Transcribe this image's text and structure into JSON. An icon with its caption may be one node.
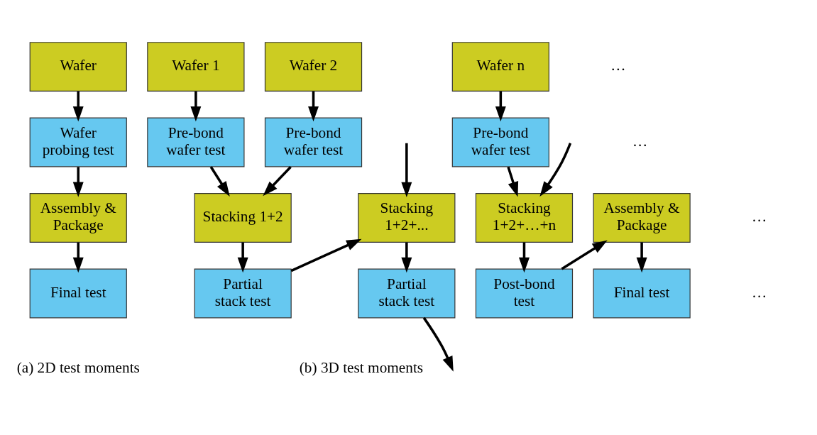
{
  "diagram": {
    "nodes": [
      {
        "text": [
          "Wafer"
        ]
      },
      {
        "text": [
          "Wafer probing test"
        ]
      },
      {
        "text": [
          "Assembly & Package"
        ]
      },
      {
        "text": [
          "Final test"
        ]
      },
      {
        "text": [
          "Wafer 1"
        ]
      },
      {
        "text": [
          "Wafer 2"
        ]
      },
      {
        "text": [
          "Wafer n"
        ]
      },
      {
        "text": [
          "Pre-bond wafer test"
        ]
      },
      {
        "text": [
          "Pre-bond wafer test"
        ]
      },
      {
        "text": [
          "Pre-bond wafer test"
        ]
      },
      {
        "text": [
          "Stacking 1+2"
        ]
      },
      {
        "text": [
          "Stacking 1+2+..."
        ]
      },
      {
        "text": [
          "Stacking 1+2+…+n"
        ]
      },
      {
        "text": [
          "Assembly & Package"
        ]
      },
      {
        "text": [
          "Partial stack test"
        ]
      },
      {
        "text": [
          "Partial stack test"
        ]
      },
      {
        "text": [
          "Post-bond test"
        ]
      },
      {
        "text": [
          "Final test"
        ]
      }
    ],
    "edges": [
      {
        "from": 0,
        "to": 1,
        "arrow": "to"
      },
      {
        "from": 1,
        "to": 2,
        "arrow": "to"
      },
      {
        "from": 2,
        "to": 3,
        "arrow": "to"
      },
      {
        "from": 4,
        "to": 7,
        "arrow": "to"
      },
      {
        "from": 5,
        "to": 8,
        "arrow": "to"
      },
      {
        "from": 6,
        "to": 9,
        "arrow": "to"
      },
      {
        "from": 7,
        "to": 10,
        "arrow": "to"
      },
      {
        "from": 8,
        "to": 10,
        "arrow": "to"
      },
      {
        "from": 10,
        "to": 14,
        "arrow": "to"
      },
      {
        "from": 14,
        "to": 11,
        "arrow": "to"
      },
      {
        "from": null,
        "to": 11,
        "arrow": "to"
      },
      {
        "from": 11,
        "to": 15,
        "arrow": "to"
      },
      {
        "from": 15,
        "to": null,
        "arrow": "to"
      },
      {
        "from": null,
        "to": 12,
        "arrow": "to"
      },
      {
        "from": 9,
        "to": 12,
        "arrow": "to"
      },
      {
        "from": 12,
        "to": 16,
        "arrow": "to"
      },
      {
        "from": 16,
        "to": 13,
        "arrow": "to"
      },
      {
        "from": 13,
        "to": 17,
        "arrow": "to"
      }
    ],
    "labels": [
      "…",
      "…",
      "…",
      "…",
      "(a) 2D test moments",
      "(b) 3D test moments"
    ]
  }
}
